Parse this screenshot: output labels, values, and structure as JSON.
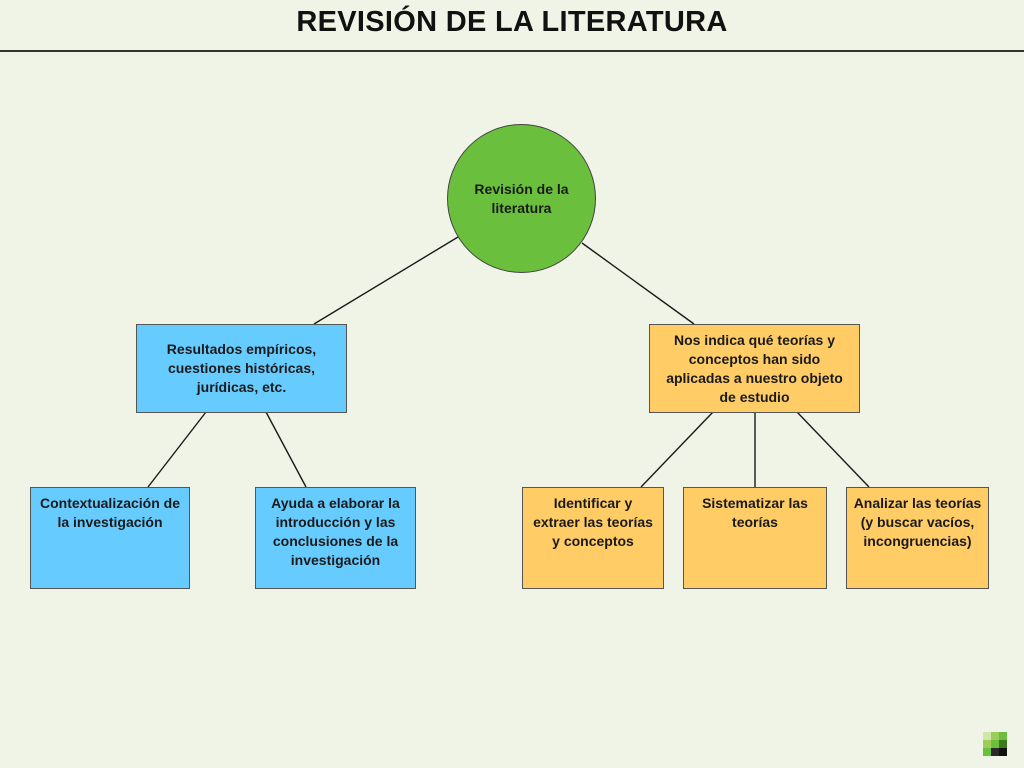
{
  "title": "REVISIÓN DE LA LITERATURA",
  "colors": {
    "background": "#f0f4e6",
    "root": "#6abf3c",
    "blue": "#66ccff",
    "orange": "#ffcc66"
  },
  "diagram": {
    "root": {
      "label": "Revisión de la literatura"
    },
    "branches": [
      {
        "label": "Resultados empíricos, cuestiones históricas, jurídicas, etc.",
        "color": "blue",
        "children": [
          {
            "label": "Contextualización de la investigación"
          },
          {
            "label": "Ayuda a elaborar la introducción y las conclusiones de la investigación"
          }
        ]
      },
      {
        "label": "Nos indica qué teorías y conceptos han sido aplicadas a nuestro objeto de estudio",
        "color": "orange",
        "children": [
          {
            "label": "Identificar y extraer las teorías y conceptos"
          },
          {
            "label": "Sistematizar las teorías"
          },
          {
            "label": "Analizar las teorías (y buscar vacíos, incongruencias)"
          }
        ]
      }
    ]
  }
}
